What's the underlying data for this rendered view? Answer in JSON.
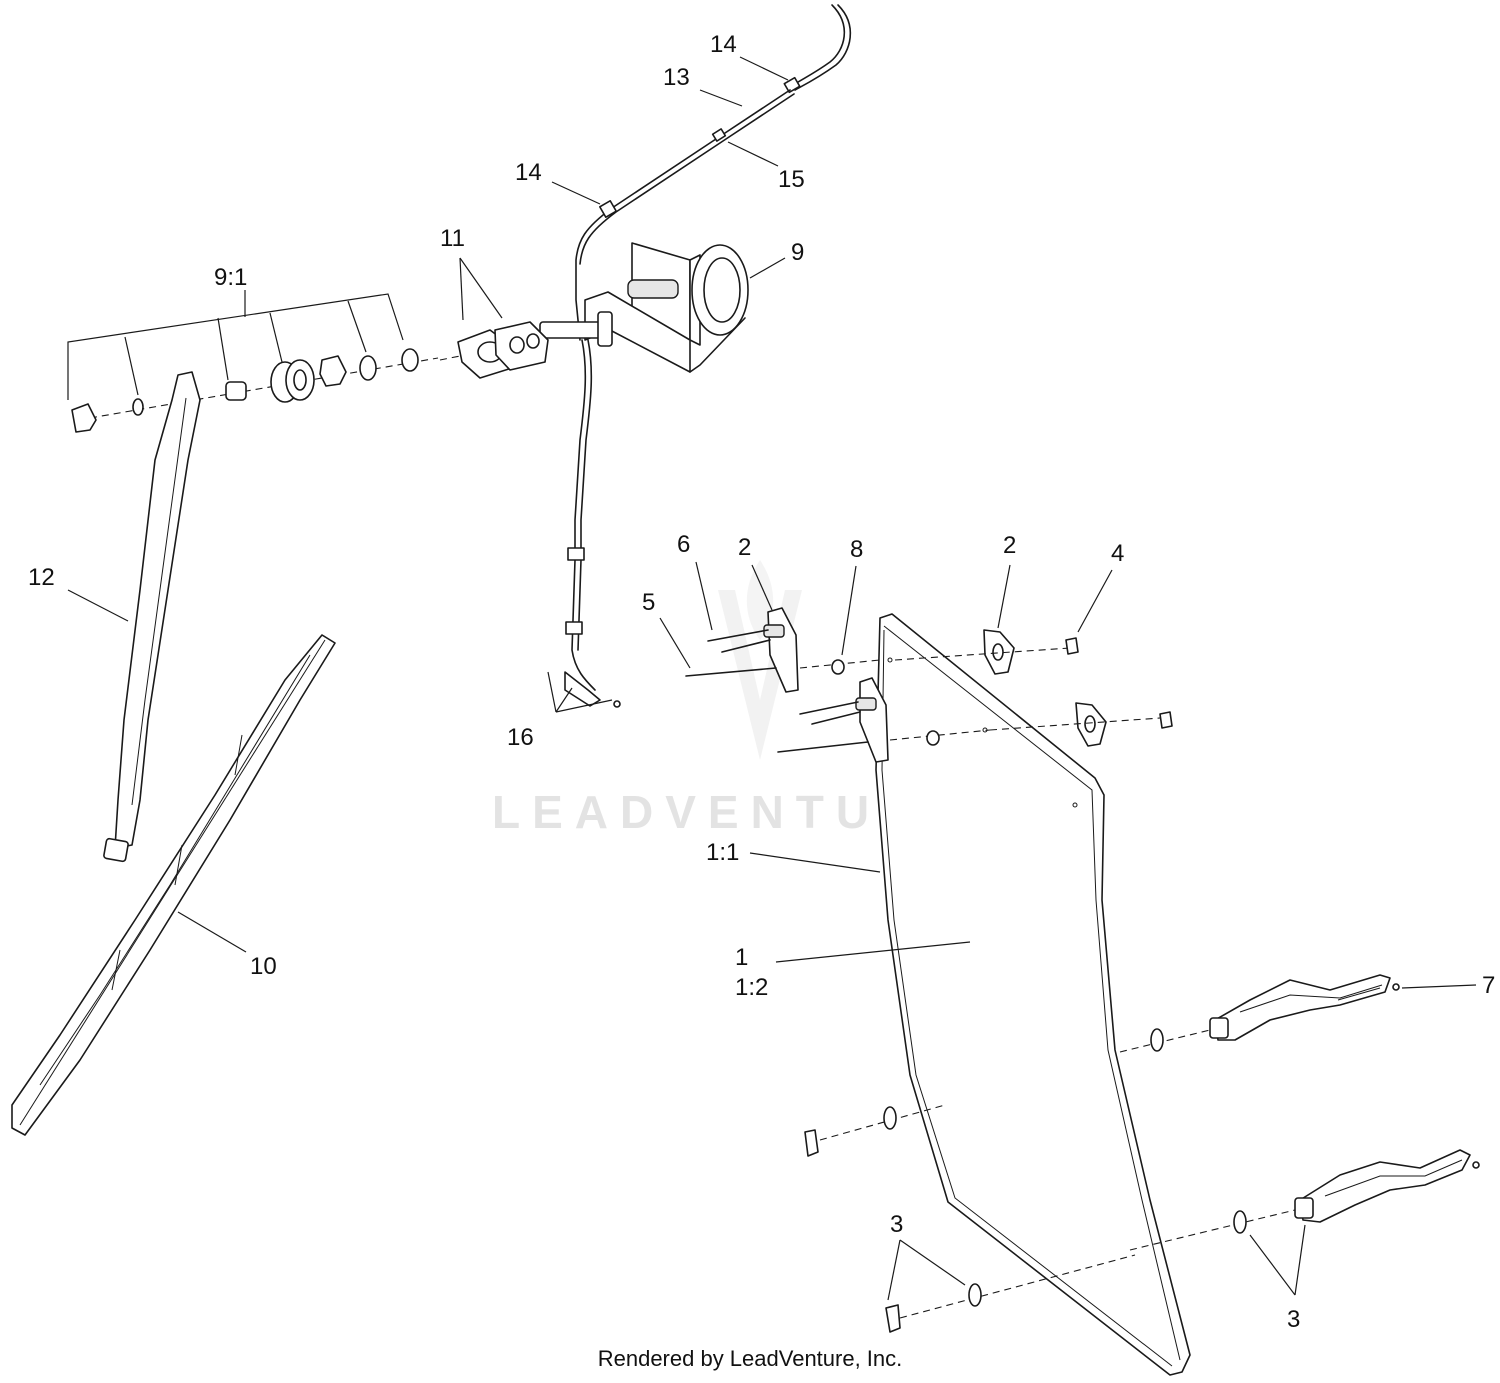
{
  "watermark": "LEADVENTURE",
  "credit": "Rendered by LeadVenture, Inc.",
  "callouts": {
    "c14_top": "14",
    "c13": "13",
    "c15": "15",
    "c14_left": "14",
    "c9": "9",
    "c11": "11",
    "c9_1": "9:1",
    "c12": "12",
    "c10": "10",
    "c16": "16",
    "c6": "6",
    "c2_left": "2",
    "c8": "8",
    "c2_right": "2",
    "c4": "4",
    "c5": "5",
    "c1_1": "1:1",
    "c1": "1",
    "c1_2": "1:2",
    "c7": "7",
    "c3_left": "3",
    "c3_right": "3"
  }
}
